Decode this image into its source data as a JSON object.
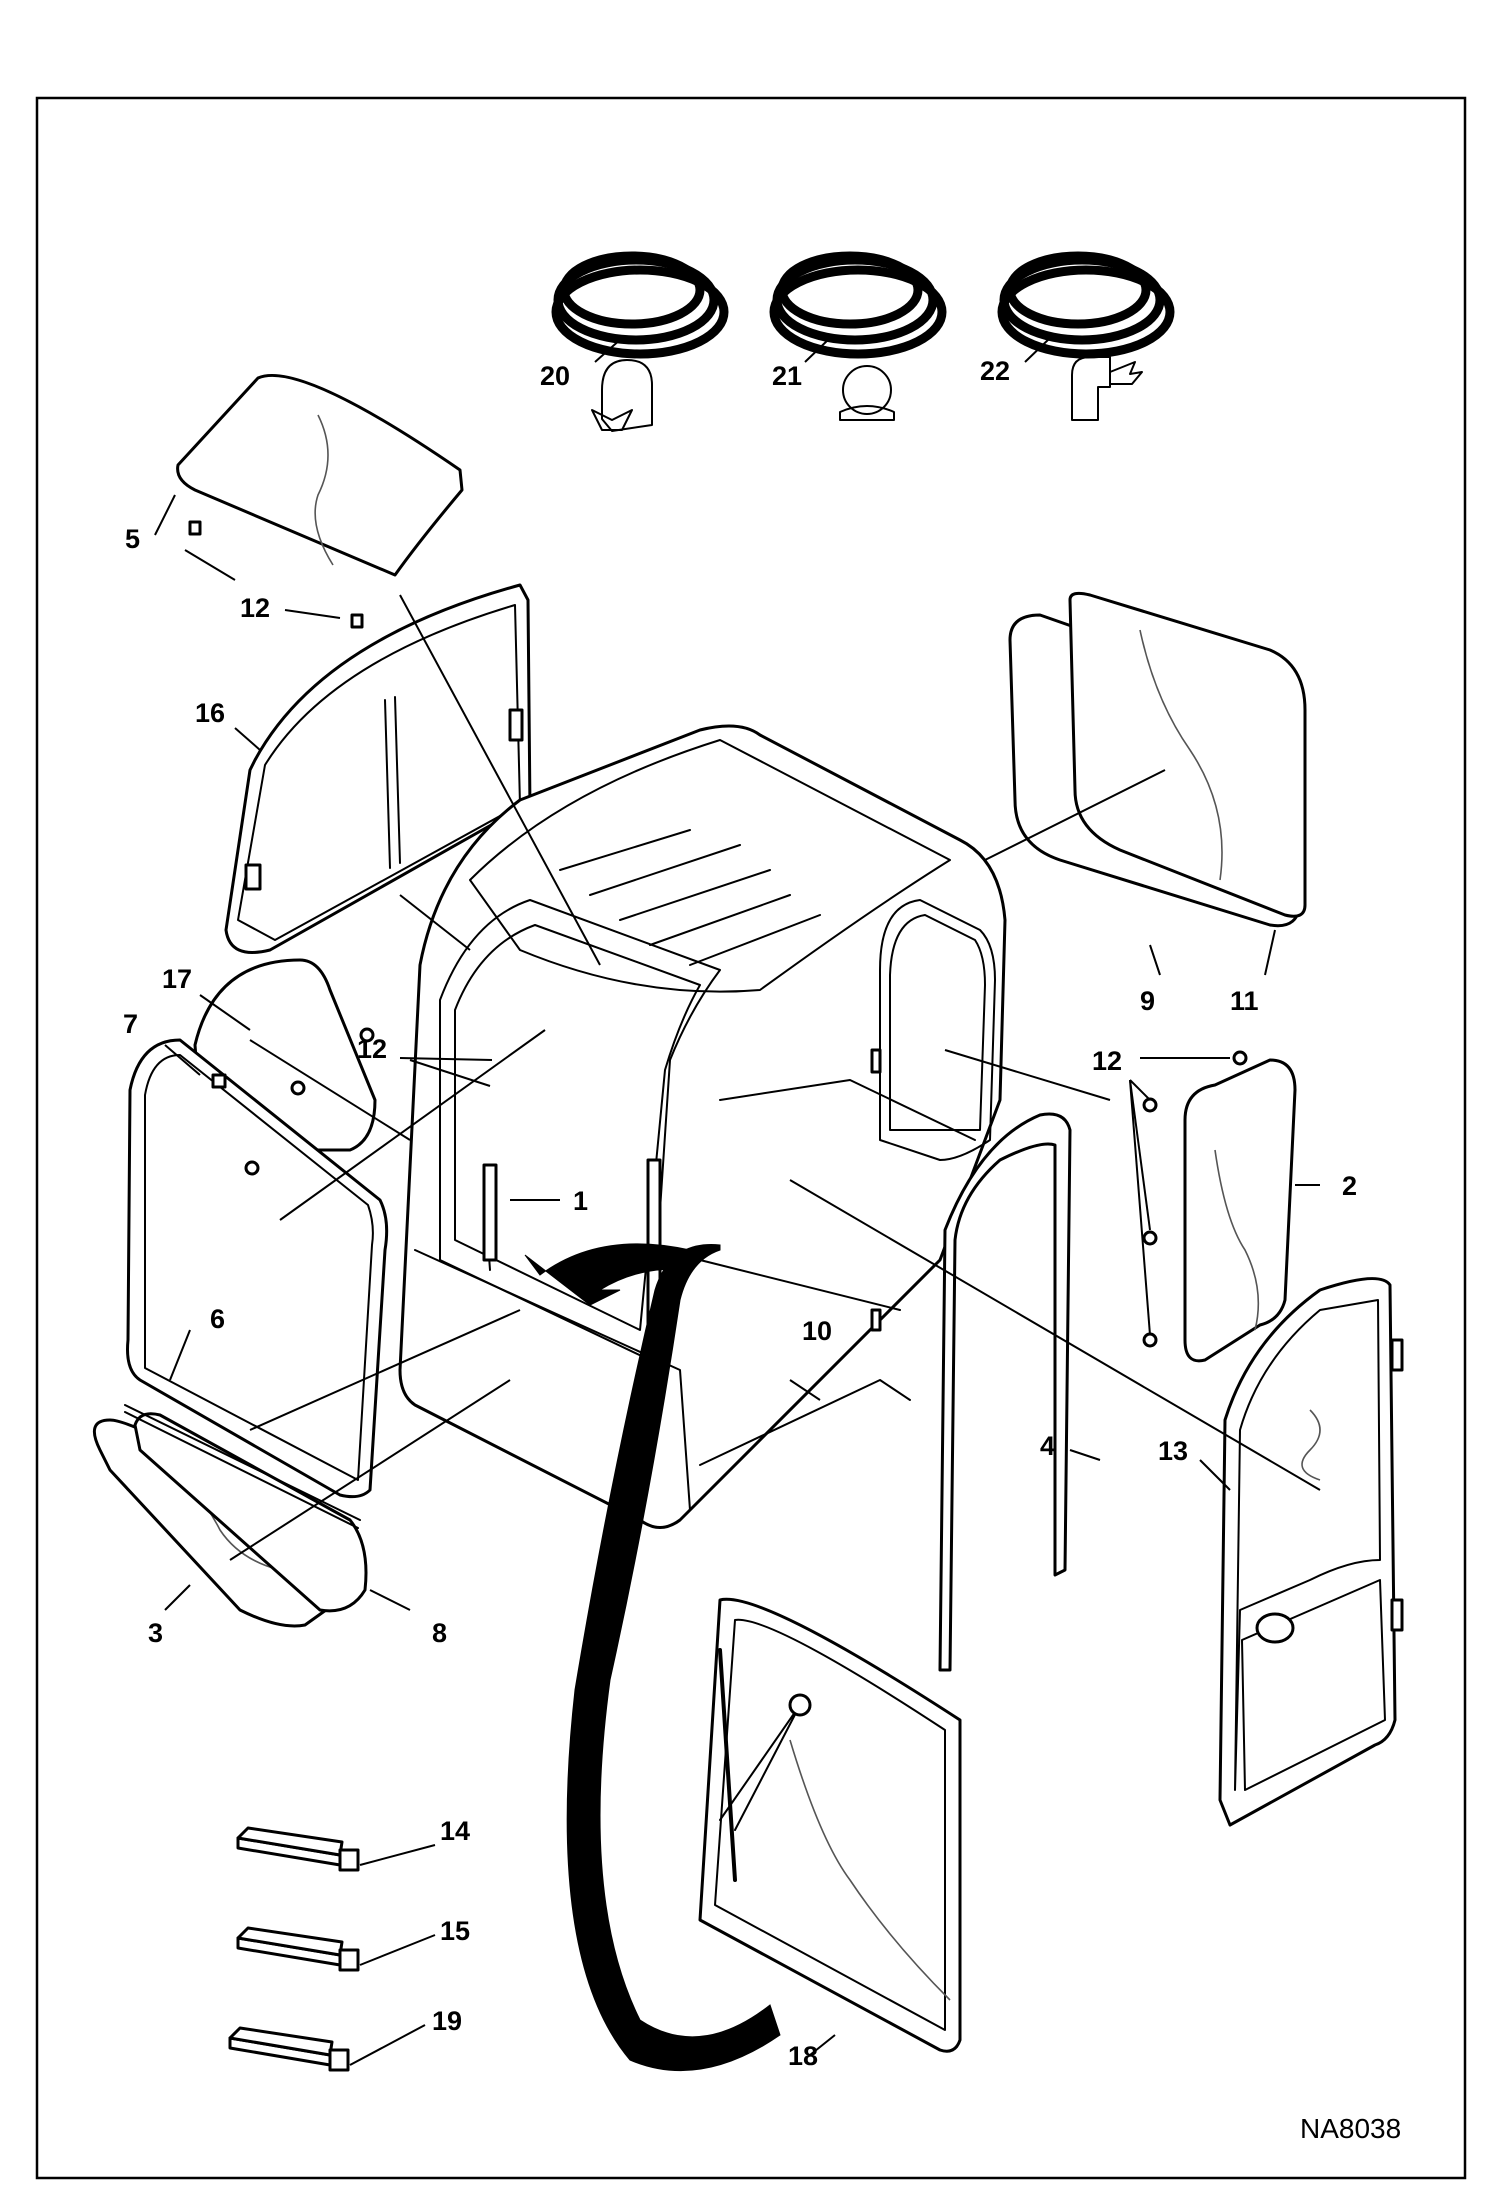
{
  "diagram": {
    "ref_code": "NA8038",
    "callouts": {
      "c1": "1",
      "c2": "2",
      "c3": "3",
      "c4": "4",
      "c5": "5",
      "c6": "6",
      "c7": "7",
      "c8": "8",
      "c9": "9",
      "c10": "10",
      "c11": "11",
      "c12a": "12",
      "c12b": "12",
      "c12c": "12",
      "c13": "13",
      "c14": "14",
      "c15": "15",
      "c16": "16",
      "c17": "17",
      "c18": "18",
      "c19": "19",
      "c20": "20",
      "c21": "21",
      "c22": "22"
    }
  }
}
